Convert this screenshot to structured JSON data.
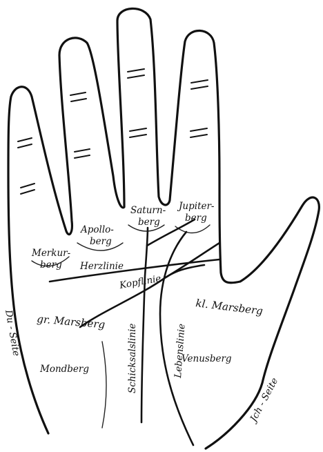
{
  "labels": {
    "merkurberg_1": "Merkur-",
    "merkurberg_2": "berg",
    "apolloberg_1": "Apollo-",
    "apolloberg_2": "berg",
    "saturnberg_1": "Saturn-",
    "saturnberg_2": "berg",
    "jupiterberg_1": "Jupiter-",
    "jupiterberg_2": "berg",
    "herzlinie": "Herzlinie",
    "kopflinie": "Kopflinie",
    "gr_marsberg": "gr. Marsberg",
    "kl_marsberg": "kl. Marsberg",
    "mondberg": "Mondberg",
    "venusberg": "Venusberg",
    "schicksalslinie": "Schicksalslinie",
    "lebenslinie": "Lebenslinie",
    "du_seite": "Du - Seite",
    "ich_seite": "Jch - Seite"
  }
}
